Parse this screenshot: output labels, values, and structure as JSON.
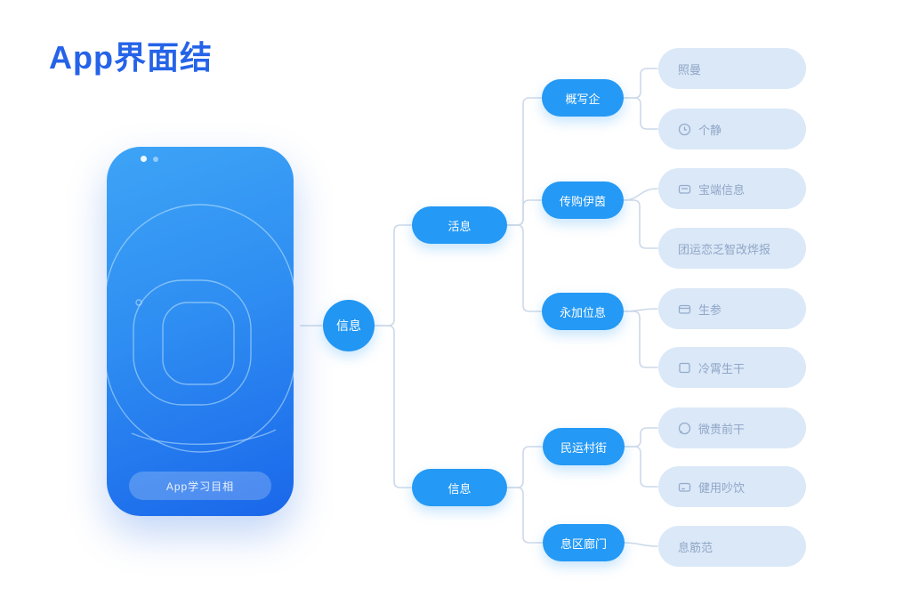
{
  "title": "App界面结",
  "colors": {
    "accent_blue": "#2196f3",
    "title_blue": "#2563e8",
    "leaf_bg": "#dbe8f8",
    "leaf_text": "#8fa6c6",
    "connector": "#ccd9ea",
    "phone_gradient_start": "#3da4f6",
    "phone_gradient_end": "#1a67ea"
  },
  "phone": {
    "button_label": "App学习目相"
  },
  "tree": {
    "root": {
      "label": "信息"
    },
    "level1": [
      {
        "label": "活息"
      },
      {
        "label": "信息"
      }
    ],
    "level2": [
      {
        "label": "概写企"
      },
      {
        "label": "传购伊茵"
      },
      {
        "label": "永加位息"
      },
      {
        "label": "民运村街"
      },
      {
        "label": "息区廊门"
      }
    ],
    "leaves": [
      {
        "label": "照曼",
        "icon": "none"
      },
      {
        "label": "个静",
        "icon": "clock-icon"
      },
      {
        "label": "宝端信息",
        "icon": "card-icon"
      },
      {
        "label": "团运恋乏智改烨报",
        "icon": "none"
      },
      {
        "label": "生参",
        "icon": "card-icon"
      },
      {
        "label": "冷霄生干",
        "icon": "square-icon"
      },
      {
        "label": "微贵前干",
        "icon": "circle-icon"
      },
      {
        "label": "健用吵饮",
        "icon": "card-icon"
      },
      {
        "label": "息筋范",
        "icon": "none"
      }
    ]
  }
}
